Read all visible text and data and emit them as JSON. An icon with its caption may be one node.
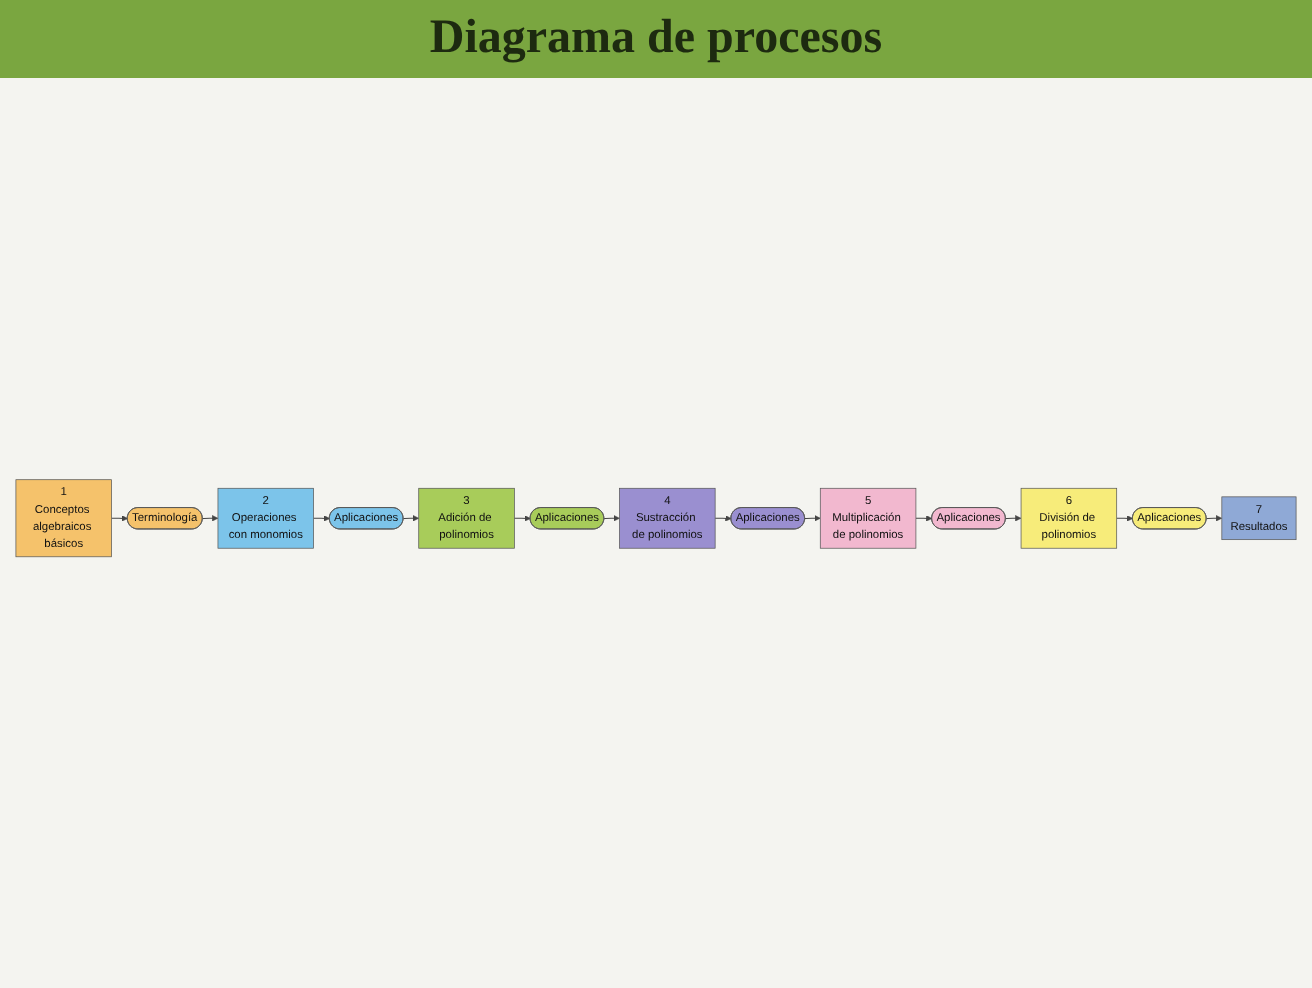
{
  "diagram": {
    "title": "Diagrama de procesos",
    "nodes": [
      {
        "text": [
          "1",
          "Conceptos algebraicos básicos"
        ]
      },
      {
        "text": [
          "Terminología"
        ]
      },
      {
        "text": [
          "2",
          "Operaciones con monomios"
        ]
      },
      {
        "text": [
          "Aplicaciones"
        ]
      },
      {
        "text": [
          "3",
          "Adición de polinomios"
        ]
      },
      {
        "text": [
          "Aplicaciones"
        ]
      },
      {
        "text": [
          "4",
          "Sustracción de polinomios"
        ]
      },
      {
        "text": [
          "Aplicaciones"
        ]
      },
      {
        "text": [
          "5",
          "Multiplicación de polinomios"
        ]
      },
      {
        "text": [
          "Aplicaciones"
        ]
      },
      {
        "text": [
          "6",
          "División de polinomios"
        ]
      },
      {
        "text": [
          "Aplicaciones"
        ]
      },
      {
        "text": [
          "7",
          "Resultados"
        ]
      }
    ],
    "edges": [
      {
        "from": 0,
        "to": 1,
        "arrow": "to"
      },
      {
        "from": 1,
        "to": 2,
        "arrow": "to"
      },
      {
        "from": 2,
        "to": 3,
        "arrow": "to"
      },
      {
        "from": 3,
        "to": 4,
        "arrow": "to"
      },
      {
        "from": 4,
        "to": 5,
        "arrow": "to"
      },
      {
        "from": 5,
        "to": 6,
        "arrow": "to"
      },
      {
        "from": 6,
        "to": 7,
        "arrow": "to"
      },
      {
        "from": 7,
        "to": 8,
        "arrow": "to"
      },
      {
        "from": 8,
        "to": 9,
        "arrow": "to"
      },
      {
        "from": 9,
        "to": 10,
        "arrow": "to"
      },
      {
        "from": 10,
        "to": 11,
        "arrow": "to"
      },
      {
        "from": 11,
        "to": 12,
        "arrow": "to"
      }
    ]
  }
}
